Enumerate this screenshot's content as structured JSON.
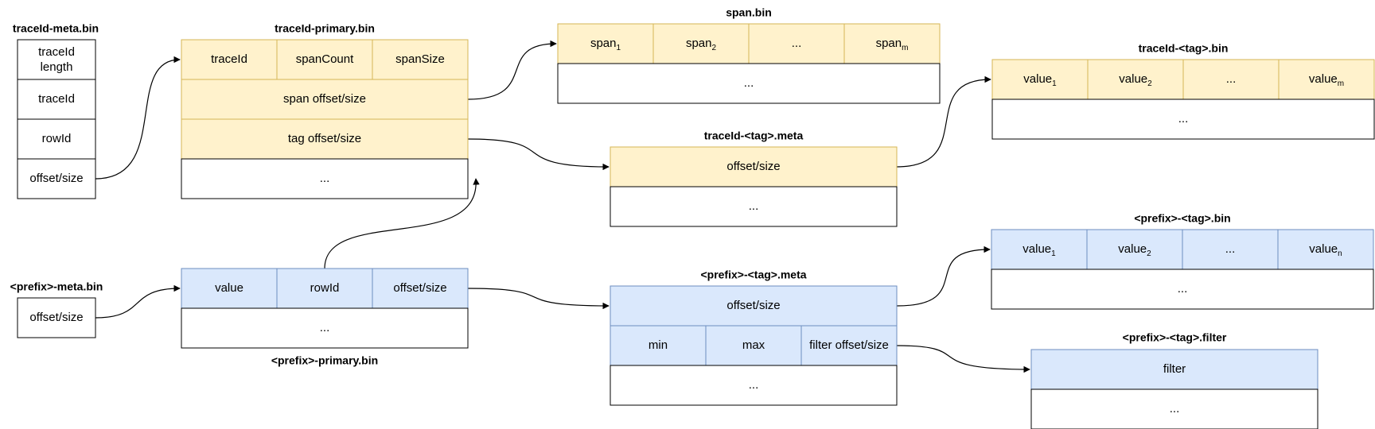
{
  "blocks": {
    "traceid_meta": {
      "title": "traceId-meta.bin",
      "cells": [
        {
          "lines": [
            "traceId",
            "length"
          ]
        },
        {
          "text": "traceId"
        },
        {
          "text": "rowId"
        },
        {
          "text": "offset/size"
        }
      ]
    },
    "traceid_primary": {
      "title": "traceId-primary.bin",
      "header": [
        "traceId",
        "spanCount",
        "spanSize"
      ],
      "rows": [
        "span offset/size",
        "tag offset/size"
      ],
      "more": "..."
    },
    "span_bin": {
      "title": "span.bin",
      "header": [
        {
          "base": "span",
          "sub": "1"
        },
        {
          "base": "span",
          "sub": "2"
        },
        {
          "base": "..."
        },
        {
          "base": "span",
          "sub": "m"
        }
      ],
      "more": "..."
    },
    "traceid_tag_meta": {
      "title": "traceId-<tag>.meta",
      "rows": [
        "offset/size"
      ],
      "more": "..."
    },
    "traceid_tag_bin": {
      "title": "traceId-<tag>.bin",
      "header": [
        {
          "base": "value",
          "sub": "1"
        },
        {
          "base": "value",
          "sub": "2"
        },
        {
          "base": "..."
        },
        {
          "base": "value",
          "sub": "m"
        }
      ],
      "more": "..."
    },
    "prefix_meta": {
      "title": "<prefix>-meta.bin",
      "cells": [
        {
          "text": "offset/size"
        }
      ]
    },
    "prefix_primary": {
      "title": "<prefix>-primary.bin",
      "header": [
        "value",
        "rowId",
        "offset/size"
      ],
      "more": "..."
    },
    "prefix_tag_meta": {
      "title": "<prefix>-<tag>.meta",
      "rows": [
        "offset/size"
      ],
      "header": [
        "min",
        "max",
        "filter offset/size"
      ],
      "more": "..."
    },
    "prefix_tag_bin": {
      "title": "<prefix>-<tag>.bin",
      "header": [
        {
          "base": "value",
          "sub": "1"
        },
        {
          "base": "value",
          "sub": "2"
        },
        {
          "base": "..."
        },
        {
          "base": "value",
          "sub": "n"
        }
      ],
      "more": "..."
    },
    "prefix_tag_filter": {
      "title": "<prefix>-<tag>.filter",
      "rows": [
        "filter"
      ],
      "more": "..."
    }
  },
  "colors": {
    "yellow_fill": "#fff2cc",
    "yellow_stroke": "#d6b656",
    "blue_fill": "#dae8fc",
    "blue_stroke": "#6c8ebf",
    "white_fill": "#ffffff",
    "black_stroke": "#000000"
  }
}
